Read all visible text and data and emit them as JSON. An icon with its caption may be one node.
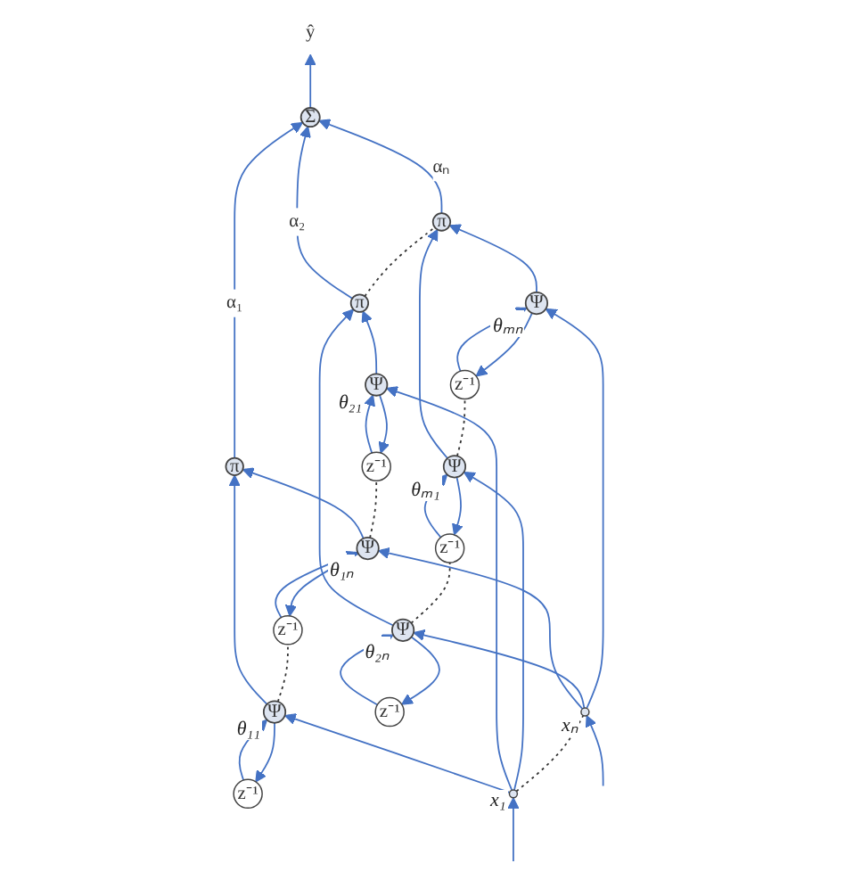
{
  "diagram": {
    "nodes": [
      {
        "text": [
          "ŷ"
        ]
      },
      {
        "text": [
          "Σ"
        ]
      },
      {
        "text": [
          "π"
        ]
      },
      {
        "text": [
          "π"
        ]
      },
      {
        "text": [
          "π"
        ]
      },
      {
        "text": [
          "z⁻¹"
        ]
      },
      {
        "text": [
          "Ψ"
        ],
        "beside": [
          "θ₁₁"
        ]
      },
      {
        "text": [
          "z⁻¹"
        ]
      },
      {
        "text": [
          "Ψ"
        ],
        "beside": [
          "θ₁ₙ"
        ]
      },
      {
        "text": [
          "z⁻¹"
        ]
      },
      {
        "text": [
          "Ψ"
        ],
        "beside": [
          "θ₂₁"
        ]
      },
      {
        "text": [
          "z⁻¹"
        ]
      },
      {
        "text": [
          "Ψ"
        ],
        "beside": [
          "θ₂ₙ"
        ]
      },
      {
        "text": [
          "z⁻¹"
        ]
      },
      {
        "text": [
          "Ψ"
        ],
        "beside": [
          "θₘ₁"
        ]
      },
      {
        "text": [
          "z⁻¹"
        ]
      },
      {
        "text": [
          "Ψ"
        ],
        "beside": [
          "θₘₙ"
        ]
      },
      {
        "text": [],
        "shape": "circle",
        "beside": [
          "x₁"
        ]
      },
      {
        "text": [],
        "shape": "circle",
        "beside": [
          "xₙ"
        ]
      }
    ],
    "edges": [
      {
        "from": 1,
        "to": 0,
        "arrow": "to"
      },
      {
        "from": 2,
        "to": 1,
        "arrow": "to",
        "label": "α₁"
      },
      {
        "from": 3,
        "to": 1,
        "arrow": "to",
        "label": "α₂"
      },
      {
        "from": 4,
        "to": 1,
        "arrow": "to",
        "label": "αₙ"
      },
      {
        "from": 6,
        "to": 2,
        "arrow": "to"
      },
      {
        "from": 8,
        "to": 2,
        "arrow": "to"
      },
      {
        "from": 10,
        "to": 3,
        "arrow": "to"
      },
      {
        "from": 12,
        "to": 3,
        "arrow": "to"
      },
      {
        "from": 14,
        "to": 4,
        "arrow": "to"
      },
      {
        "from": 16,
        "to": 4,
        "arrow": "to"
      },
      {
        "from": 6,
        "to": 5,
        "arrow": "to"
      },
      {
        "from": 5,
        "to": 6,
        "arrow": "to"
      },
      {
        "from": 8,
        "to": 7,
        "arrow": "to"
      },
      {
        "from": 7,
        "to": 8,
        "arrow": "to"
      },
      {
        "from": 10,
        "to": 9,
        "arrow": "to"
      },
      {
        "from": 9,
        "to": 10,
        "arrow": "to"
      },
      {
        "from": 12,
        "to": 11,
        "arrow": "to"
      },
      {
        "from": 11,
        "to": 12,
        "arrow": "to"
      },
      {
        "from": 14,
        "to": 13,
        "arrow": "to"
      },
      {
        "from": 13,
        "to": 14,
        "arrow": "to"
      },
      {
        "from": 16,
        "to": 15,
        "arrow": "to"
      },
      {
        "from": 15,
        "to": 16,
        "arrow": "to"
      },
      {
        "from": 17,
        "to": 6,
        "arrow": "to"
      },
      {
        "from": 17,
        "to": 10,
        "arrow": "to"
      },
      {
        "from": 17,
        "to": 14,
        "arrow": "to"
      },
      {
        "from": 18,
        "to": 8,
        "arrow": "to"
      },
      {
        "from": 18,
        "to": 12,
        "arrow": "to"
      },
      {
        "from": 18,
        "to": 16,
        "arrow": "to"
      },
      {
        "from": null,
        "to": 17,
        "arrow": "to"
      },
      {
        "from": null,
        "to": 18,
        "arrow": "to"
      },
      {
        "from": 3,
        "to": 4,
        "arrow": "none",
        "style": "dashed",
        "color": "#333333"
      },
      {
        "from": 6,
        "to": 7,
        "arrow": "none",
        "style": "dashed",
        "color": "#333333"
      },
      {
        "from": 8,
        "to": 9,
        "arrow": "none",
        "style": "dashed",
        "color": "#333333"
      },
      {
        "from": 12,
        "to": 13,
        "arrow": "none",
        "style": "dashed",
        "color": "#333333"
      },
      {
        "from": 14,
        "to": 15,
        "arrow": "none",
        "style": "dashed",
        "color": "#333333"
      },
      {
        "from": 17,
        "to": 18,
        "arrow": "none",
        "style": "dashed",
        "color": "#333333"
      }
    ]
  }
}
